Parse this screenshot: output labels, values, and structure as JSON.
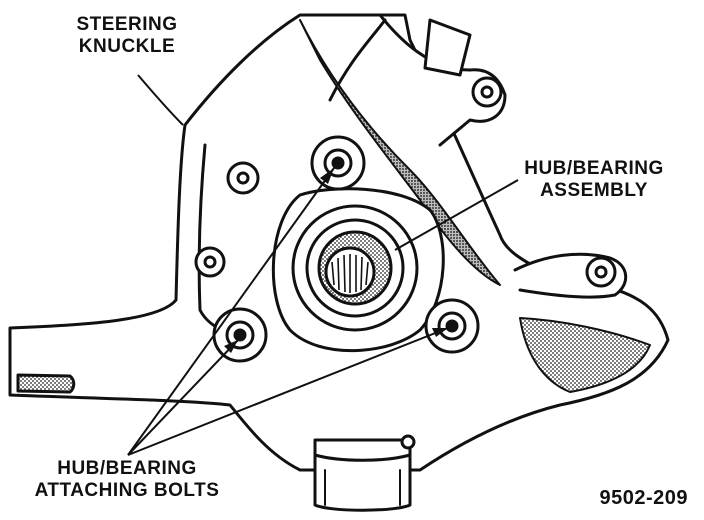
{
  "labels": {
    "steering_knuckle": [
      "STEERING",
      "KNUCKLE"
    ],
    "hub_bearing_assembly": [
      "HUB/BEARING",
      "ASSEMBLY"
    ],
    "hub_bearing_attaching_bolts": [
      "HUB/BEARING",
      "ATTACHING BOLTS"
    ]
  },
  "figure_number": "9502-209",
  "colors": {
    "ink": "#111111",
    "paper": "#ffffff",
    "shade": "#9a9a9a"
  }
}
